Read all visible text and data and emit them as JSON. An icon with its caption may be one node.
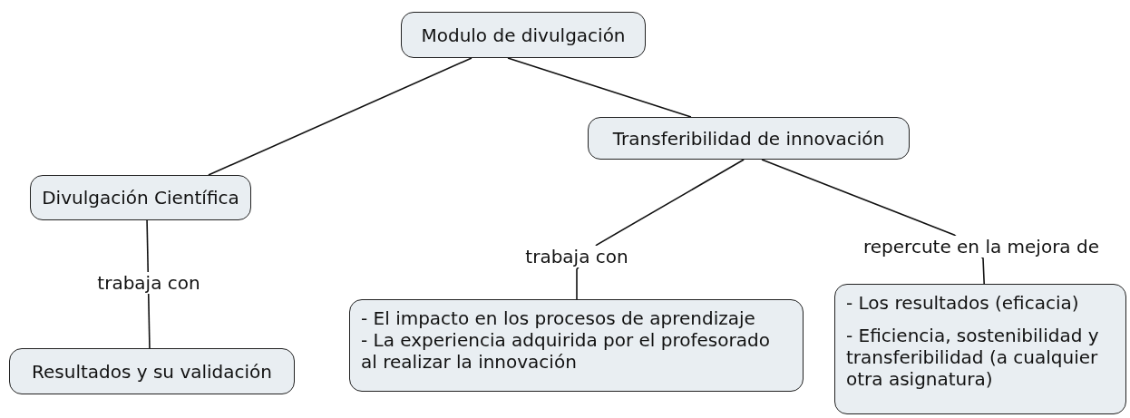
{
  "diagram": {
    "nodes": [
      {
        "text": [
          "Modulo de divulgación"
        ]
      },
      {
        "text": [
          "Transferibilidad de innovación"
        ]
      },
      {
        "text": [
          "Divulgación Científica"
        ]
      },
      {
        "text": [
          "Resultados y su validación"
        ]
      },
      {
        "text": [
          "- El impacto en los procesos de aprendizaje",
          "- La experiencia adquirida por el profesorado al realizar la innovación"
        ]
      },
      {
        "text": [
          "- Los resultados (eficacia)",
          "- Eficiencia, sostenibilidad y transferibilidad (a cualquier otra asignatura)"
        ]
      }
    ],
    "edges": [
      {
        "from": 0,
        "to": 1,
        "arrow": "none"
      },
      {
        "from": 0,
        "to": 2,
        "arrow": "none"
      },
      {
        "from": 2,
        "to": 3,
        "label": "trabaja con",
        "arrow": "none"
      },
      {
        "from": 1,
        "to": 4,
        "label": "trabaja con",
        "arrow": "none"
      },
      {
        "from": 1,
        "to": 5,
        "label": "repercute en la mejora de",
        "arrow": "none"
      }
    ]
  }
}
